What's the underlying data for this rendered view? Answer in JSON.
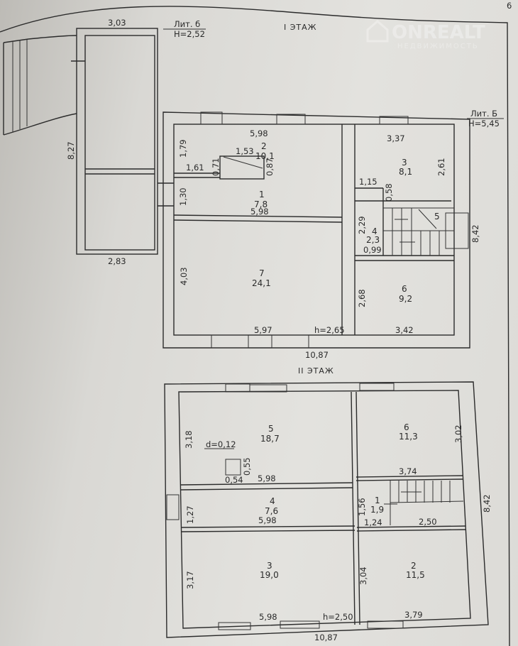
{
  "page_number": "6",
  "watermark": {
    "brand": "ONREALT",
    "subtitle": "НЕДВИЖИМОСТЬ"
  },
  "floor1": {
    "title": "I ЭТАЖ",
    "lit_small": {
      "label": "Лит. б",
      "height": "H=2,52"
    },
    "lit_main": {
      "label": "Лит. Б",
      "height": "H=5,45"
    },
    "ceiling": "h=2,65",
    "rooms": [
      {
        "num": "1",
        "area": "7,8"
      },
      {
        "num": "2",
        "area": "10,1"
      },
      {
        "num": "3",
        "area": "8,1"
      },
      {
        "num": "4",
        "area": "2,3"
      },
      {
        "num": "5",
        "area": ""
      },
      {
        "num": "6",
        "area": "9,2"
      },
      {
        "num": "7",
        "area": "24,1"
      }
    ],
    "dims": {
      "annex_top": "3,03",
      "annex_side": "8,27",
      "annex_bottom": "2,83",
      "r2_top": "5,98",
      "r2_left": "1,79",
      "box_top": "1,53",
      "box_left": "0,71",
      "box_right": "0,87",
      "r1_left_width": "1,61",
      "r1_left": "1,30",
      "r1_bottom": "5,98",
      "r3_top": "3,37",
      "r3_right": "2,61",
      "r4_top": "1,15",
      "r4_side": "0,58",
      "r4_left": "2,29",
      "r4_bottom": "0,99",
      "r7_left": "4,03",
      "r7_bottom": "5,97",
      "r6_left": "2,68",
      "r6_bottom": "3,42",
      "total_width": "10,87",
      "total_depth": "8,42"
    }
  },
  "floor2": {
    "title": "II ЭТАЖ",
    "ceiling": "h=2,50",
    "chimney": "d=0,12",
    "rooms": [
      {
        "num": "1",
        "area": "1,9"
      },
      {
        "num": "2",
        "area": "11,5"
      },
      {
        "num": "3",
        "area": "19,0"
      },
      {
        "num": "4",
        "area": "7,6"
      },
      {
        "num": "5",
        "area": "18,7"
      },
      {
        "num": "6",
        "area": "11,3"
      }
    ],
    "dims": {
      "r5_left": "3,18",
      "shaft_w": "0,54",
      "shaft_h": "0,55",
      "r5_bottom": "5,98",
      "r6_right": "3,02",
      "hall_top": "3,74",
      "r4_left": "1,27",
      "r4_bottom": "5,98",
      "r1_left": "1,56",
      "r1_bottom": "1,24",
      "hall_bottom": "2,50",
      "r3_left": "3,17",
      "r3_bottom": "5,98",
      "r2_left": "3,04",
      "r2_bottom": "3,79",
      "total_width": "10,87",
      "total_depth": "8,42"
    }
  }
}
